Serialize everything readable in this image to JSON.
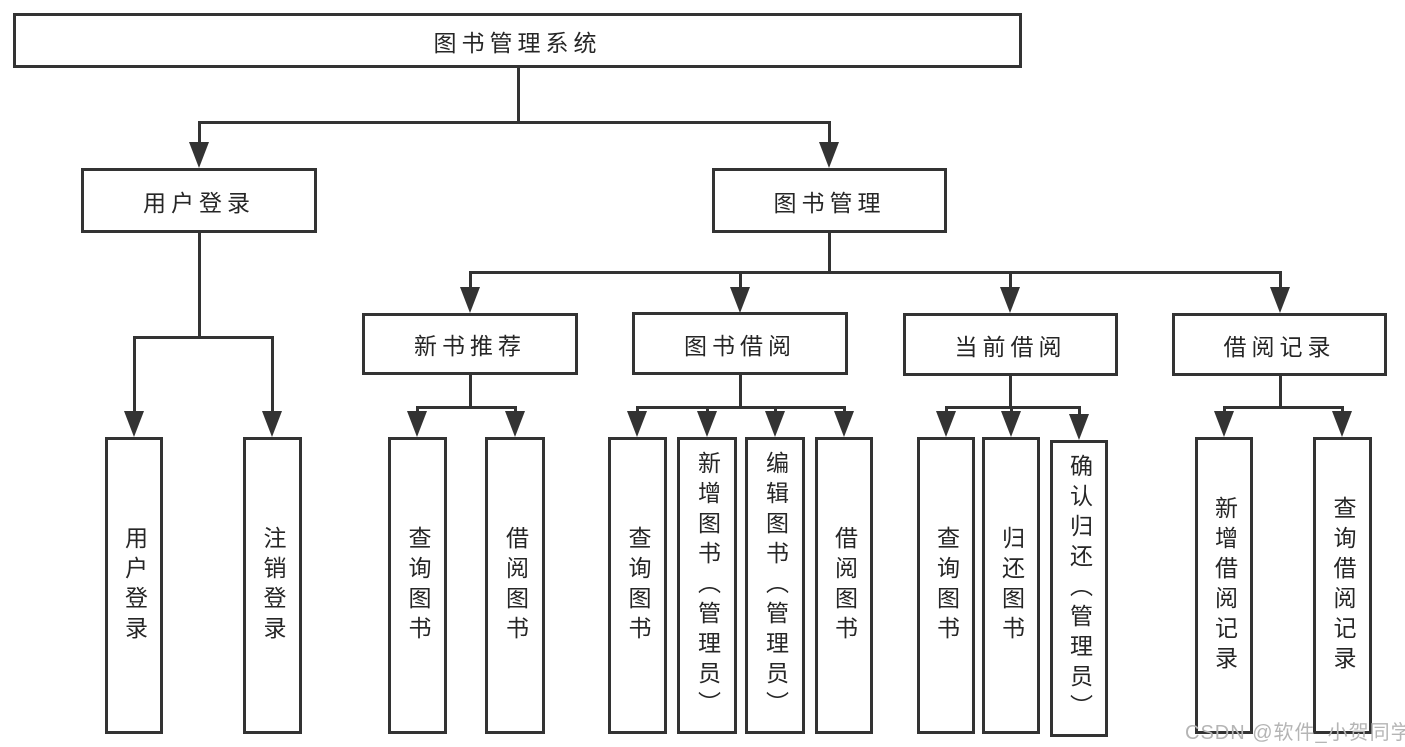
{
  "diagram": {
    "root": {
      "label": "图书管理系统"
    },
    "branches": [
      {
        "label": "用户登录",
        "children": [
          {
            "label": "用户登录"
          },
          {
            "label": "注销登录"
          }
        ]
      },
      {
        "label": "图书管理",
        "children": [
          {
            "label": "新书推荐",
            "children": [
              {
                "label": "查询图书"
              },
              {
                "label": "借阅图书"
              }
            ]
          },
          {
            "label": "图书借阅",
            "children": [
              {
                "label": "查询图书"
              },
              {
                "label": "新增图书（管理员）"
              },
              {
                "label": "编辑图书（管理员）"
              },
              {
                "label": "借阅图书"
              }
            ]
          },
          {
            "label": "当前借阅",
            "children": [
              {
                "label": "查询图书"
              },
              {
                "label": "归还图书"
              },
              {
                "label": "确认归还（管理员）"
              }
            ]
          },
          {
            "label": "借阅记录",
            "children": [
              {
                "label": "新增借阅记录"
              },
              {
                "label": "查询借阅记录"
              }
            ]
          }
        ]
      }
    ]
  },
  "watermark": {
    "text": "CSDN @软件_小贺同学"
  },
  "colors": {
    "line": "#333333",
    "text": "#262626",
    "watermark": "#b5b5b5",
    "background": "#ffffff"
  }
}
